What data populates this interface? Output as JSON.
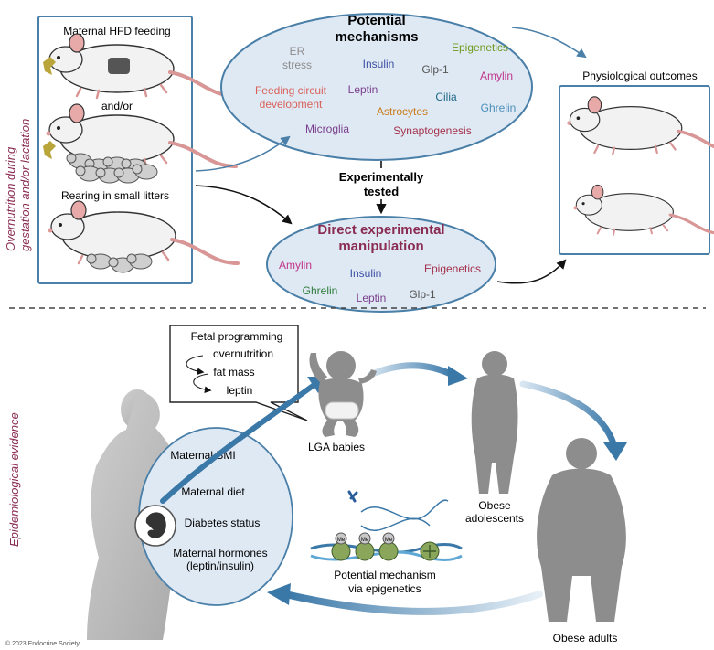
{
  "side_labels": {
    "top": [
      "Overnutrition during",
      "gestation and/or lactation"
    ],
    "bottom": "Epidemiological evidence"
  },
  "conditions": {
    "hfd": "Maternal HFD feeding",
    "andor": "and/or",
    "small_litters": "Rearing in small litters"
  },
  "potential": {
    "title": [
      "Potential",
      "mechanisms"
    ],
    "items": {
      "er_stress": [
        "ER",
        "stress"
      ],
      "insulin": "Insulin",
      "glp1": "Glp-1",
      "epigenetics": "Epigenetics",
      "amylin": "Amylin",
      "feeding_circuit": [
        "Feeding circuit",
        "development"
      ],
      "leptin": "Leptin",
      "cilia": "Cilia",
      "ghrelin": "Ghrelin",
      "astrocytes": "Astrocytes",
      "microglia": "Microglia",
      "synaptogenesis": "Synaptogenesis"
    }
  },
  "tested": [
    "Experimentally",
    "tested"
  ],
  "direct": {
    "title": [
      "Direct experimental",
      "manipulation"
    ],
    "items": {
      "amylin": "Amylin",
      "insulin": "Insulin",
      "epigenetics": "Epigenetics",
      "ghrelin": "Ghrelin",
      "leptin": "Leptin",
      "glp1": "Glp-1"
    }
  },
  "outcomes_title": "Physiological outcomes",
  "fetal": {
    "title": "Fetal programming",
    "lines": [
      "overnutrition",
      "fat mass",
      "leptin"
    ]
  },
  "maternal_factors": [
    "Maternal BMI",
    "Maternal diet",
    "Diabetes status",
    [
      "Maternal hormones",
      "(leptin/insulin)"
    ]
  ],
  "stages": {
    "lga": "LGA babies",
    "adolescents": [
      "Obese",
      "adolescents"
    ],
    "adults": "Obese adults"
  },
  "epigenetic_caption": [
    "Potential mechanism",
    "via epigenetics"
  ],
  "me_label": "Me",
  "copyright": "© 2023 Endocrine Society",
  "colors": {
    "frame_blue": "#4a7fa8",
    "bubble_fill": "#dfe9f4",
    "arrow_blue": "#3a78a8",
    "side_label": "#8a2c52",
    "direct_title": "#8a2c52",
    "item_gray": "#8c8c8c",
    "item_blue": "#3d4fa3",
    "item_green": "#6e9a1e",
    "item_magenta": "#c0348a",
    "item_salmon": "#d9615a",
    "item_purple": "#7a3f8c",
    "item_teal": "#1e6a88",
    "item_lightblue": "#4a8fba",
    "item_orange": "#c97b1a",
    "item_darkred": "#a4304a",
    "item_forest": "#2d7a3a",
    "silhouette": "#8d8d8d"
  }
}
